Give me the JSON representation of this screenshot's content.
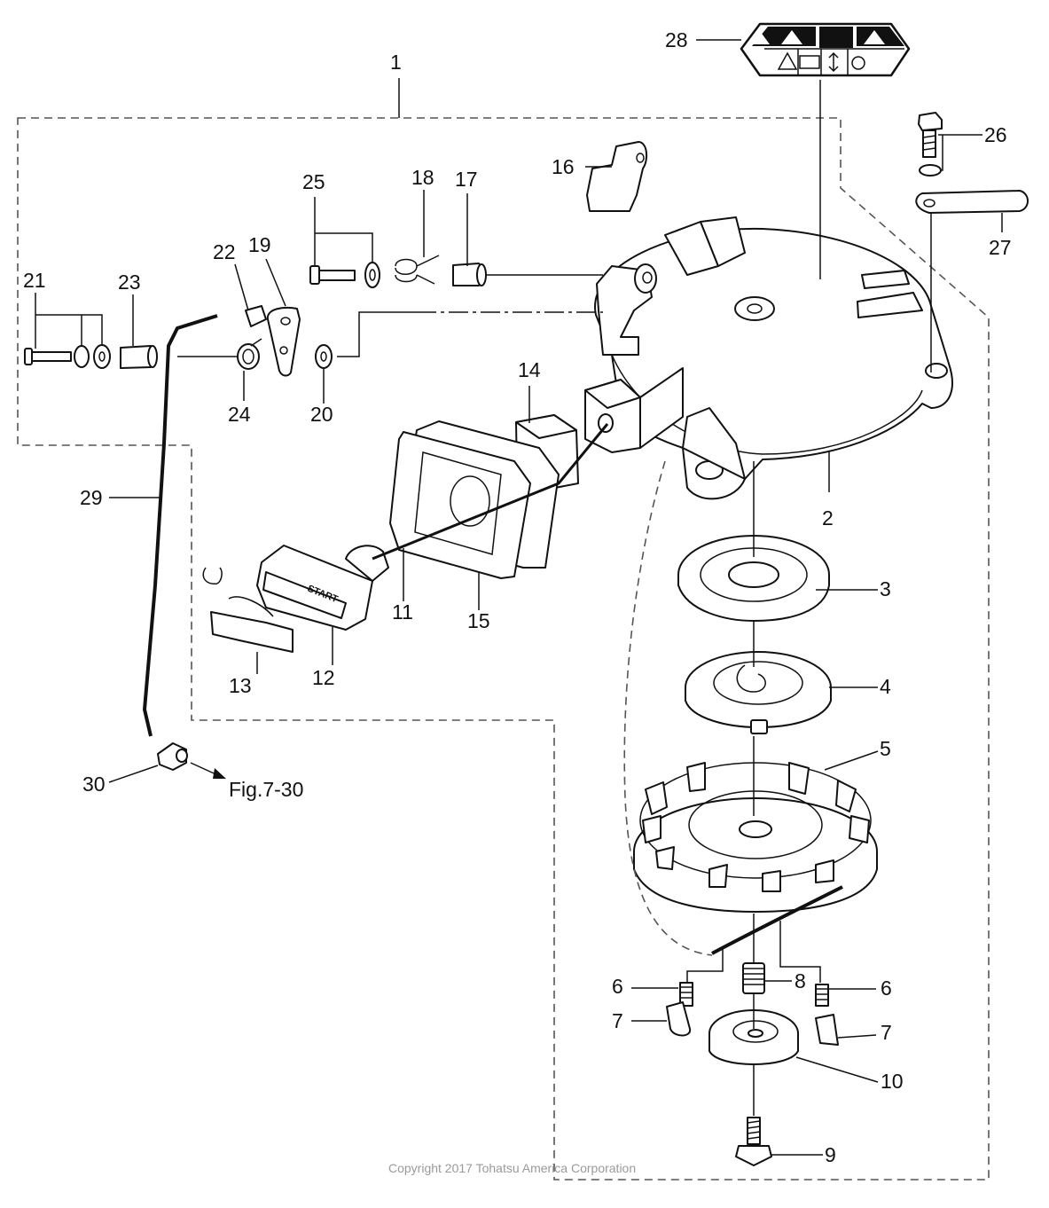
{
  "callouts": {
    "c1": "1",
    "c2": "2",
    "c3": "3",
    "c4": "4",
    "c5": "5",
    "c6a": "6",
    "c6b": "6",
    "c7a": "7",
    "c7b": "7",
    "c8": "8",
    "c9": "9",
    "c10": "10",
    "c11": "11",
    "c12": "12",
    "c13": "13",
    "c14": "14",
    "c15": "15",
    "c16": "16",
    "c17": "17",
    "c18": "18",
    "c19": "19",
    "c20": "20",
    "c21": "21",
    "c22": "22",
    "c23": "23",
    "c24": "24",
    "c25": "25",
    "c26": "26",
    "c27": "27",
    "c28": "28",
    "c29": "29",
    "c30": "30"
  },
  "reference_text": "Fig.7-30",
  "handle_text": "START",
  "copyright": "Copyright 2017 Tohatsu America Corporation",
  "colors": {
    "line": "#111111",
    "fill": "#ffffff",
    "shade": "#e3e3e3",
    "copyright": "#9a9a9a"
  }
}
